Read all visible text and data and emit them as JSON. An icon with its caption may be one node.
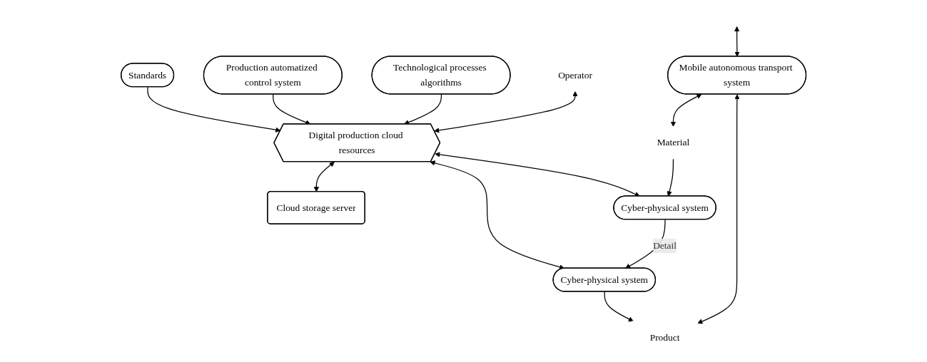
{
  "diagram": {
    "nodes": [
      {
        "text": [
          "Standards"
        ]
      },
      {
        "text": [
          "Production automatized control system"
        ]
      },
      {
        "text": [
          "Technological processes algorithms"
        ]
      },
      {
        "text": [
          "Operator"
        ]
      },
      {
        "text": [
          "Digital production cloud resources"
        ]
      },
      {
        "text": [
          "Cloud storage server"
        ]
      },
      {
        "text": [
          "Material"
        ]
      },
      {
        "text": [
          "Cyber-physical system"
        ]
      },
      {
        "text": [
          "Cyber-physical system"
        ]
      },
      {
        "text": [
          "Product"
        ]
      },
      {
        "text": [
          "Mobile autonomous transport system"
        ]
      }
    ],
    "edges": [
      {
        "from": 0,
        "to": 4,
        "arrow": "to"
      },
      {
        "from": 1,
        "to": 4,
        "arrow": "to"
      },
      {
        "from": 2,
        "to": 4,
        "arrow": "to"
      },
      {
        "from": 3,
        "to": 4,
        "arrow": "both"
      },
      {
        "from": 4,
        "to": 5,
        "arrow": "both"
      },
      {
        "from": 4,
        "to": 7,
        "arrow": "both"
      },
      {
        "from": 4,
        "to": 8,
        "arrow": "both"
      },
      {
        "from": 6,
        "to": 7,
        "arrow": "to"
      },
      {
        "from": 7,
        "to": 8,
        "label": "Detail",
        "arrow": "to"
      },
      {
        "from": 8,
        "to": 9,
        "arrow": "to"
      },
      {
        "from": null,
        "to": 10,
        "arrow": "both"
      },
      {
        "from": 10,
        "to": 6,
        "arrow": "both"
      },
      {
        "from": 10,
        "to": 9,
        "arrow": "both"
      }
    ]
  }
}
